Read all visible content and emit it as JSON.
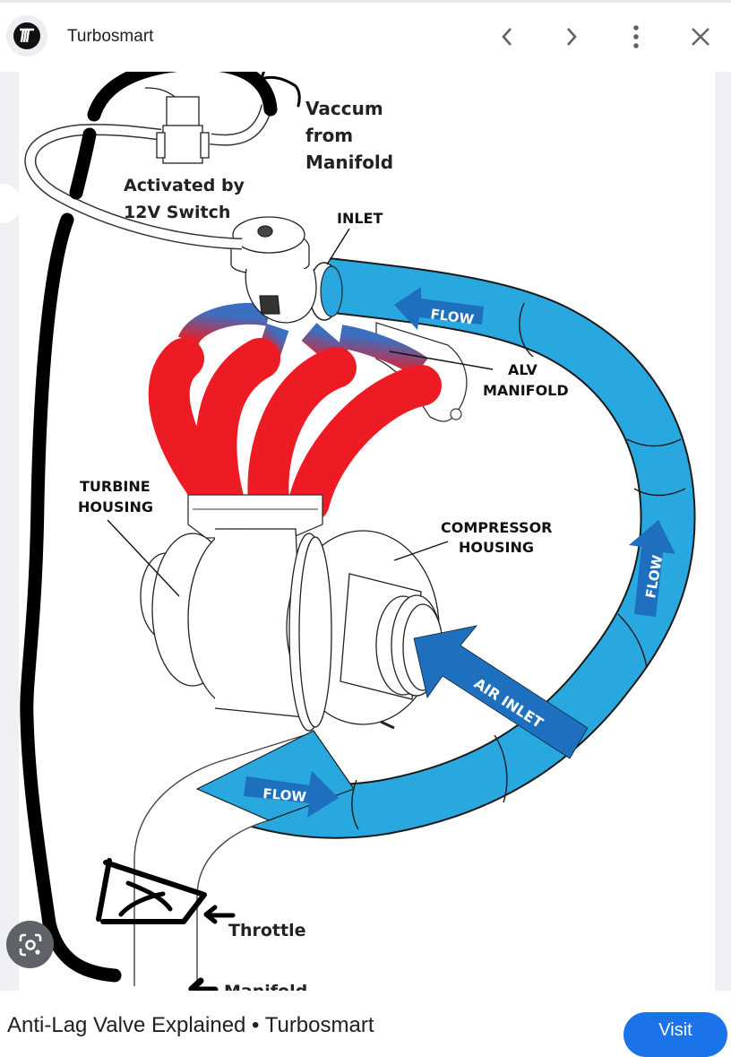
{
  "header": {
    "site_name": "Turbosmart",
    "logo_text": "TT",
    "icons": {
      "back": "chevron-left-icon",
      "forward": "chevron-right-icon",
      "more": "more-vert-icon",
      "close": "close-icon"
    }
  },
  "diagram": {
    "labels": {
      "vacuum_line1": "Vaccum",
      "vacuum_line2": "from",
      "vacuum_line3": "Manifold",
      "activated_line1": "Activated by",
      "activated_line2": "12V Switch",
      "inlet": "INLET",
      "alv_line1": "ALV",
      "alv_line2": "MANIFOLD",
      "turbine_line1": "TURBINE",
      "turbine_line2": "HOUSING",
      "compressor_line1": "COMPRESSOR",
      "compressor_line2": "HOUSING",
      "air_inlet": "AIR INLET",
      "flow_top": "FLOW",
      "flow_right": "FLOW",
      "flow_bottom": "FLOW",
      "throttle": "Throttle",
      "manifold": "Manifold"
    },
    "colors": {
      "pipe_blue": "#29a8e0",
      "arrow_blue": "#1f6fbf",
      "exhaust_red": "#ed1c24",
      "marker_black": "#000000"
    }
  },
  "lens": {
    "icon": "google-lens-icon"
  },
  "footer": {
    "caption": "Anti-Lag Valve Explained • Turbosmart",
    "visit_button": "Visit"
  }
}
